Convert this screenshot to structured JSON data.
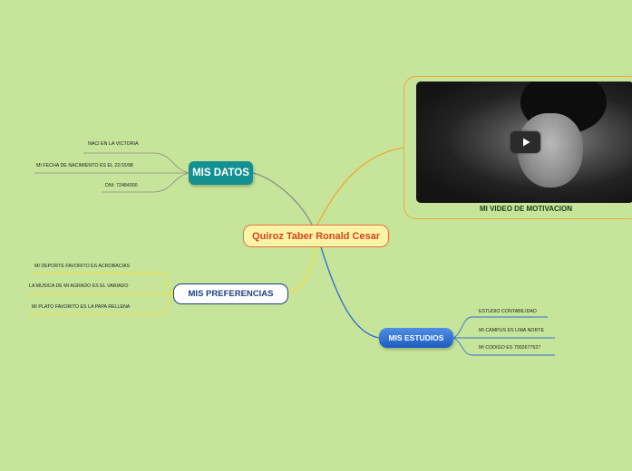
{
  "central": {
    "label": "Quiroz Taber Ronald Cesar"
  },
  "mis_datos": {
    "label": "MIS DATOS",
    "items": [
      "NACI EN LA VICTORIA",
      "MI FECHA DE NACIMIENTO ES EL 22/10/98",
      "DNI: 72484300"
    ]
  },
  "mis_preferencias": {
    "label": "MIS PREFERENCIAS",
    "items": [
      "MI DEPORTE FAVORITO ES ACROBACIAS",
      "LA MUSICA DE MI AGRADO ES EL VARIADO",
      "MI PLATO FAVORITO ES LA PAPA RELLENA"
    ]
  },
  "mis_estudios": {
    "label": "MIS ESTUDIOS",
    "items": [
      "ESTUDIO CONTABILIDAD",
      "MI CAMPUS ES LIMA NORTE",
      "MI CODIGO ES 7002677627"
    ]
  },
  "video": {
    "caption": "MI VIDEO DE MOTIVACION",
    "icon": "play-icon"
  },
  "colors": {
    "background": "#c7e59a",
    "datos_branch": "#8a8a8a",
    "preferencias_branch": "#f3dd3e",
    "estudios_branch": "#2f6fd0",
    "video_branch": "#f0a83a"
  }
}
